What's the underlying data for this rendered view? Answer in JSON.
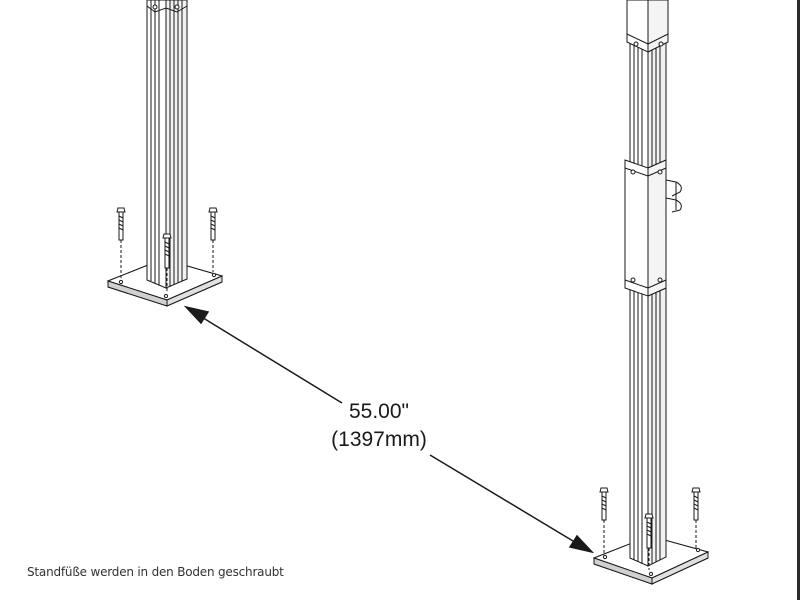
{
  "dimension": {
    "inches": "55.00\"",
    "millimeters": "(1397mm)"
  },
  "caption": "Standfüße werden in den Boden geschraubt",
  "colors": {
    "line": "#1a1a1a",
    "fill_light": "#ffffff",
    "fill_shade": "#d8d8d8",
    "caption_text": "#333333"
  }
}
